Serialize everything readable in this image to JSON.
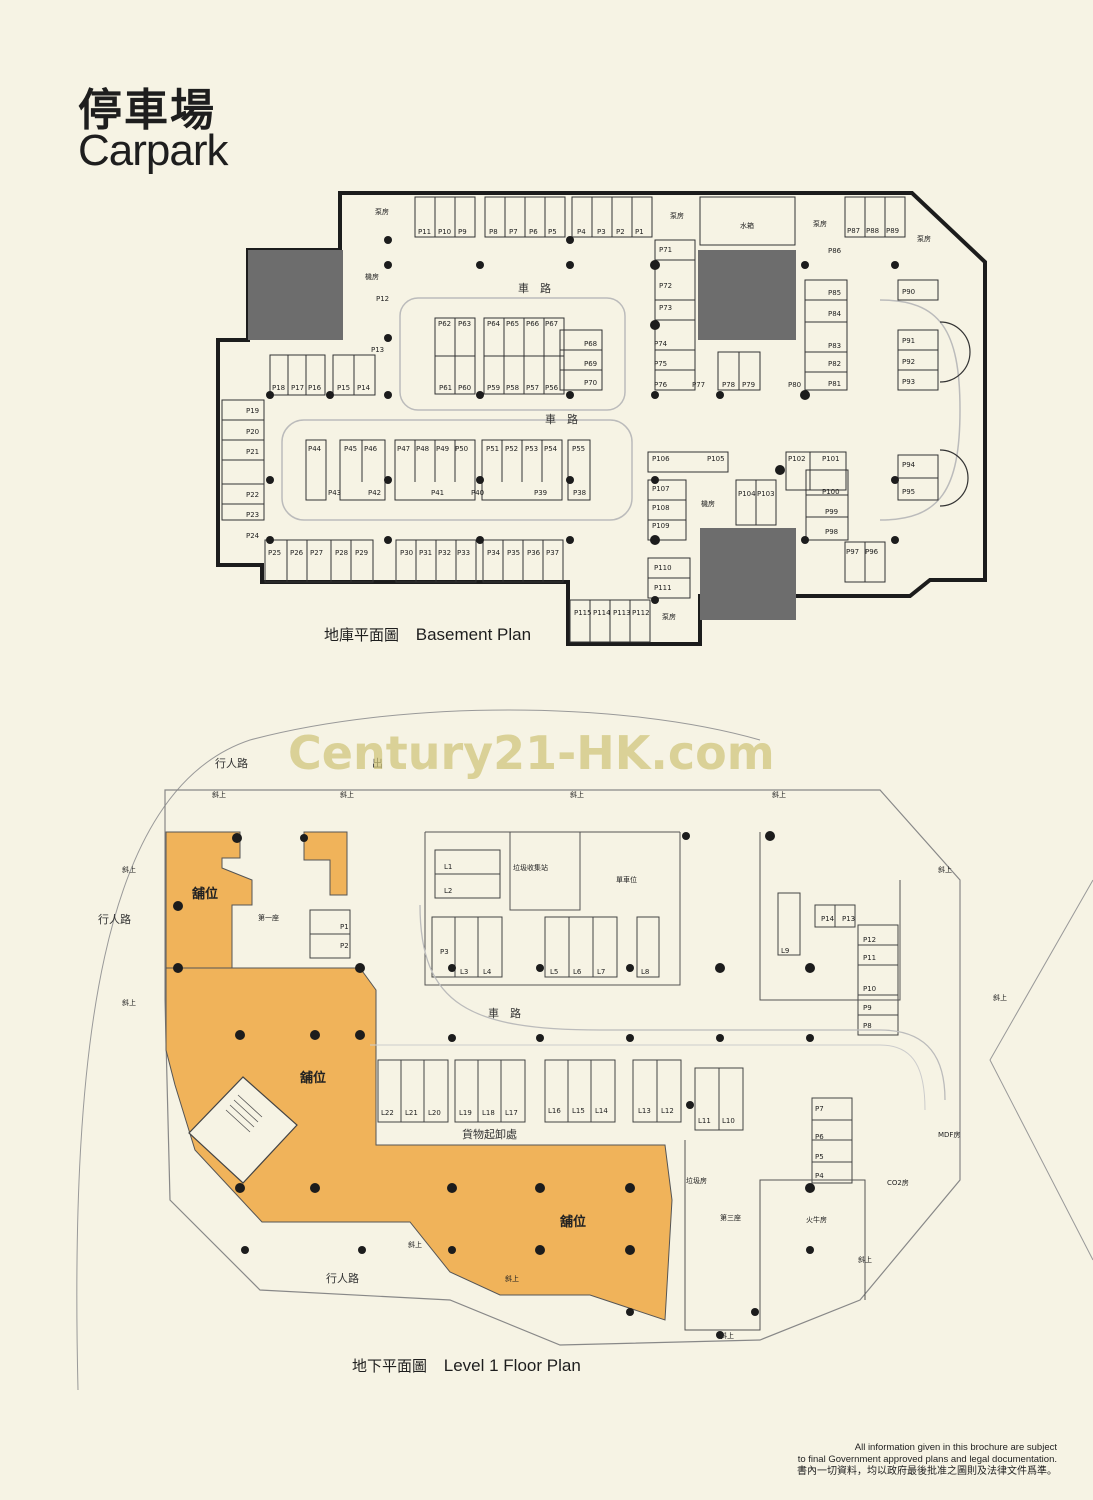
{
  "header": {
    "title_zh": "停車場",
    "title_en": "Carpark"
  },
  "watermark": "Century21-HK.com",
  "basement": {
    "caption_zh": "地庫平面圖",
    "caption_en": "Basement Plan",
    "road_label": "車　路",
    "rooms": {
      "pump": "泵房",
      "machine": "機房",
      "tank": "水箱"
    },
    "stalls": [
      "P1",
      "P2",
      "P3",
      "P4",
      "P5",
      "P6",
      "P7",
      "P8",
      "P9",
      "P10",
      "P11",
      "P12",
      "P13",
      "P14",
      "P15",
      "P16",
      "P17",
      "P18",
      "P19",
      "P20",
      "P21",
      "P22",
      "P23",
      "P24",
      "P25",
      "P26",
      "P27",
      "P28",
      "P29",
      "P30",
      "P31",
      "P32",
      "P33",
      "P34",
      "P35",
      "P36",
      "P37",
      "P38",
      "P39",
      "P40",
      "P41",
      "P42",
      "P43",
      "P44",
      "P45",
      "P46",
      "P47",
      "P48",
      "P49",
      "P50",
      "P51",
      "P52",
      "P53",
      "P54",
      "P55",
      "P56",
      "P57",
      "P58",
      "P59",
      "P60",
      "P61",
      "P62",
      "P63",
      "P64",
      "P65",
      "P66",
      "P67",
      "P68",
      "P69",
      "P70",
      "P71",
      "P72",
      "P73",
      "P74",
      "P75",
      "P76",
      "P77",
      "P78",
      "P79",
      "P80",
      "P81",
      "P82",
      "P83",
      "P84",
      "P85",
      "P86",
      "P87",
      "P88",
      "P89",
      "P90",
      "P91",
      "P92",
      "P93",
      "P94",
      "P95",
      "P96",
      "P97",
      "P98",
      "P99",
      "P100",
      "P101",
      "P102",
      "P103",
      "P104",
      "P105",
      "P106",
      "P107",
      "P108",
      "P109",
      "P110",
      "P111",
      "P112",
      "P113",
      "P114",
      "P115"
    ]
  },
  "level1": {
    "caption_zh": "地下平面圖",
    "caption_en": "Level 1 Floor Plan",
    "road_label": "車　路",
    "walkway": "行人路",
    "ramp_up": "斜上",
    "exit": "出",
    "shop": "舖位",
    "refuse_station": "垃圾收集站",
    "bike_parking": "單車位",
    "loading_area": "貨物起卸處",
    "block_1": "第一座",
    "block_3": "第三座",
    "refuse_room": "垃圾房",
    "fire_pump_room": "火牛房",
    "mdf_room": "MDF房",
    "co2_room": "CO2房",
    "lorry_stalls": [
      "L1",
      "L2",
      "L3",
      "L4",
      "L5",
      "L6",
      "L7",
      "L8",
      "L9",
      "L10",
      "L11",
      "L12",
      "L13",
      "L14",
      "L15",
      "L16",
      "L17",
      "L18",
      "L19",
      "L20",
      "L21",
      "L22"
    ],
    "car_stalls": [
      "P1",
      "P2",
      "P3",
      "P4",
      "P5",
      "P6",
      "P7",
      "P8",
      "P9",
      "P10",
      "P11",
      "P12",
      "P13",
      "P14"
    ]
  },
  "disclaimer": {
    "en_line1": "All information given in this brochure are subject",
    "en_line2": "to final Government approved plans and legal documentation.",
    "zh_line": "書內一切資料，均以政府最後批准之圖則及法律文件爲準。"
  },
  "colors": {
    "shop_fill": "#f0b35a",
    "core_fill": "#6d6d6d",
    "background": "#f6f3e4"
  }
}
